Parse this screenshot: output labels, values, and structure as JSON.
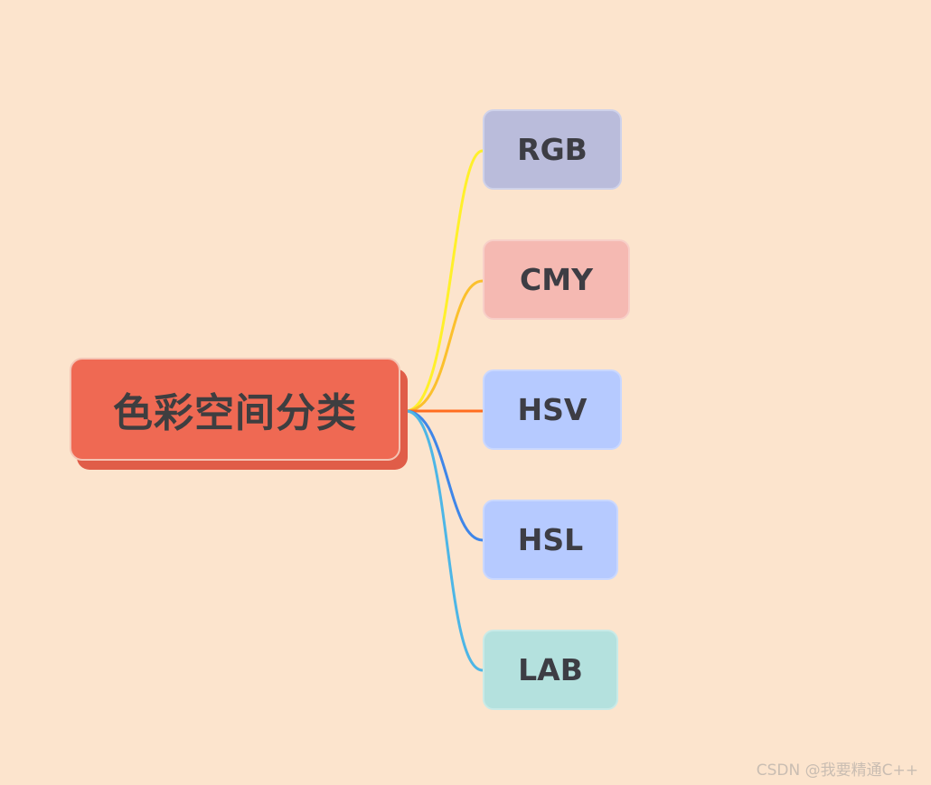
{
  "mindmap": {
    "root": {
      "label": "色彩空间分类"
    },
    "branches": [
      {
        "label": "RGB",
        "line_color": "#fff02a"
      },
      {
        "label": "CMY",
        "line_color": "#fbc02d"
      },
      {
        "label": "HSV",
        "line_color": "#ff6d1f"
      },
      {
        "label": "HSL",
        "line_color": "#3f86e8"
      },
      {
        "label": "LAB",
        "line_color": "#4db6e6"
      }
    ]
  },
  "watermark": {
    "text": "CSDN @我要精通C++"
  }
}
